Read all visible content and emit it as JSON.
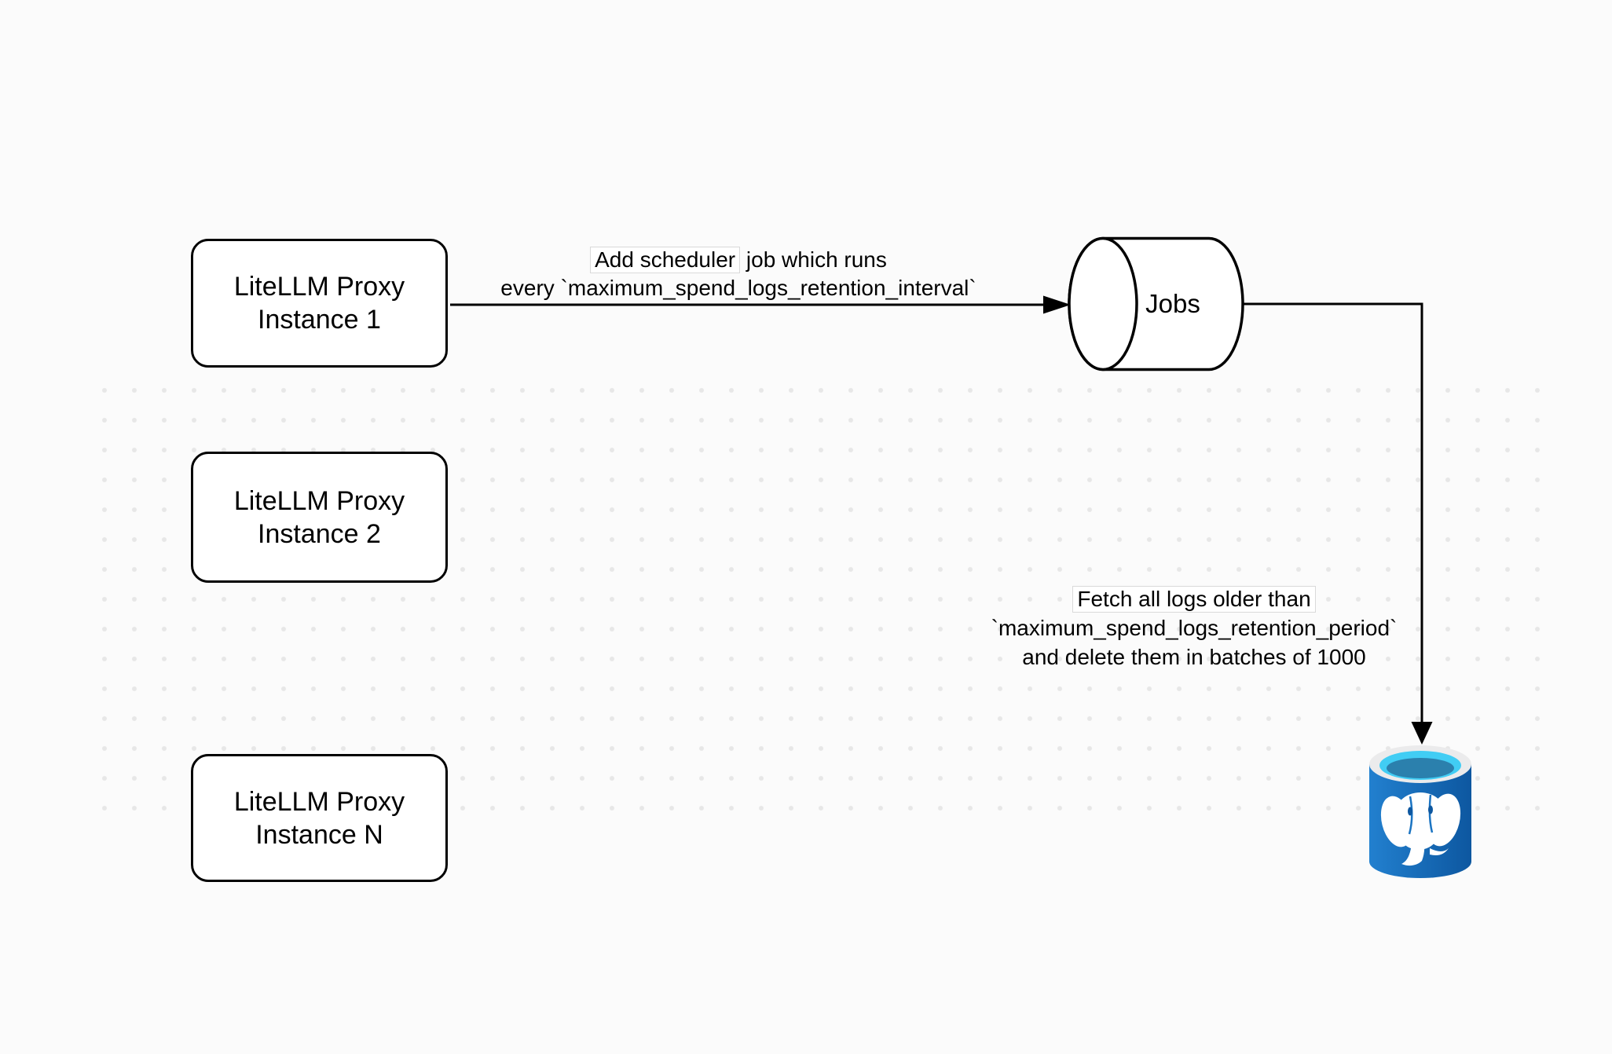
{
  "diagram": {
    "background": "#fbfbfb",
    "dot_color": "#e7e7e7",
    "stroke_color": "#000000",
    "nodes": {
      "instance1": {
        "line1": "LiteLLM Proxy",
        "line2": "Instance 1"
      },
      "instance2": {
        "line1": "LiteLLM Proxy",
        "line2": "Instance 2"
      },
      "instanceN": {
        "line1": "LiteLLM Proxy",
        "line2": "Instance N"
      },
      "jobs": {
        "label": "Jobs"
      },
      "postgres": {
        "icon": "postgresql-database-icon",
        "colors": {
          "body_light": "#2280cf",
          "body_dark": "#0d57a0",
          "rim": "#ebebec",
          "cyan": "#41cdf4",
          "inner": "#2b80ad",
          "elephant": "#ffffff"
        }
      }
    },
    "labels": {
      "scheduler": {
        "line1_highlight": "Add scheduler",
        "line1_rest": " job which runs",
        "line2": "every `maximum_spend_logs_retention_interval`"
      },
      "fetch": {
        "line1": "Fetch all logs older than",
        "line2": "`maximum_spend_logs_retention_period`",
        "line3": "and delete them in batches of 1000"
      }
    }
  }
}
